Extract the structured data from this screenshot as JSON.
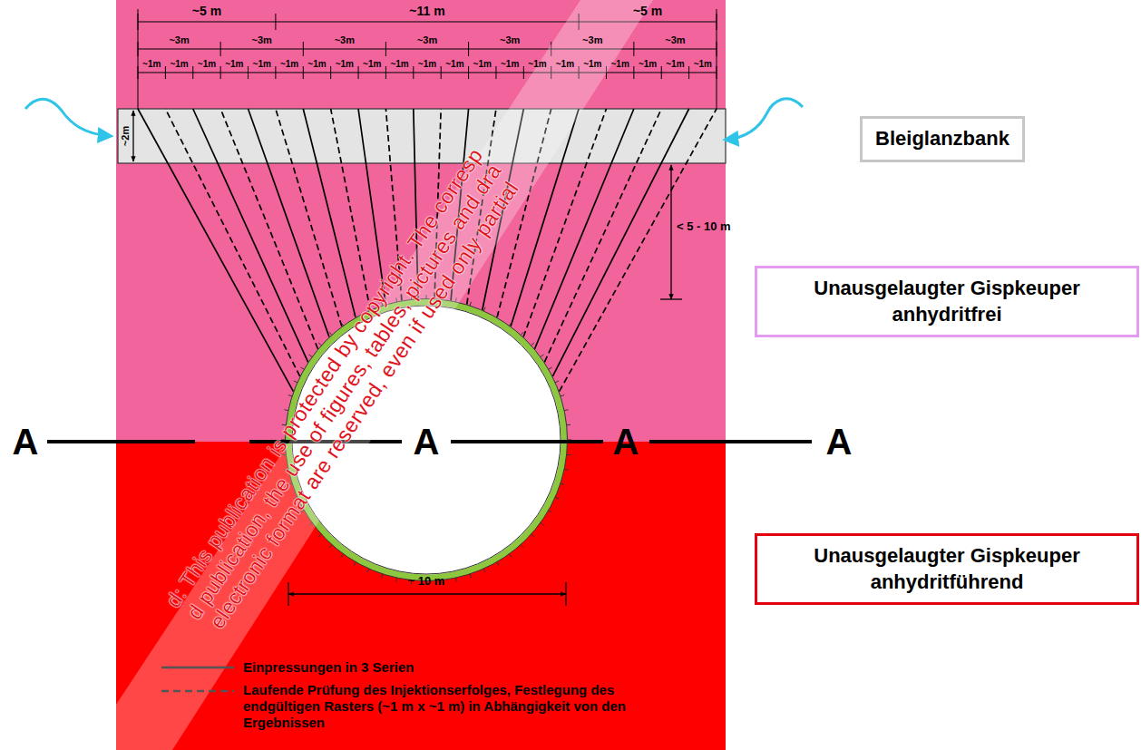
{
  "diagram": {
    "nodes": [
      {
        "text": [
          "Bleiglanzbank"
        ]
      },
      {
        "text": [
          "Unausgelaugter Gispkeuper anhydritfrei"
        ]
      },
      {
        "text": [
          "Unausgelaugter Gispkeuper anhydritführend"
        ]
      }
    ],
    "labels": [
      "~5 m",
      "~11 m",
      "~5 m",
      "~3m",
      "~3m",
      "~3m",
      "~3m",
      "~3m",
      "~3m",
      "~3m",
      "~1m",
      "~1m",
      "~1m",
      "~1m",
      "~1m",
      "~1m",
      "~1m",
      "~1m",
      "~1m",
      "~1m",
      "~1m",
      "~1m",
      "~1m",
      "~1m",
      "~1m",
      "~1m",
      "~1m",
      "~1m",
      "~1m",
      "~1m",
      "~1m",
      "~2m",
      "< 5 - 10 m",
      "~ 10 m",
      "A",
      "A",
      "A",
      "A",
      "d: This publication is protected by copyright. The corresp",
      "d publication, the use of figures, tables, pictures and dra",
      "electronic format are reserved, even if used only partial"
    ],
    "legend": [
      {
        "text": "Einpressungen in 3 Serien"
      },
      {
        "text": "Laufende Prüfung des Injektionserfolges, Festlegung des endgültigen Rasters (~1 m x ~1 m) in Abhängigkeit von den Ergebnissen"
      }
    ]
  }
}
